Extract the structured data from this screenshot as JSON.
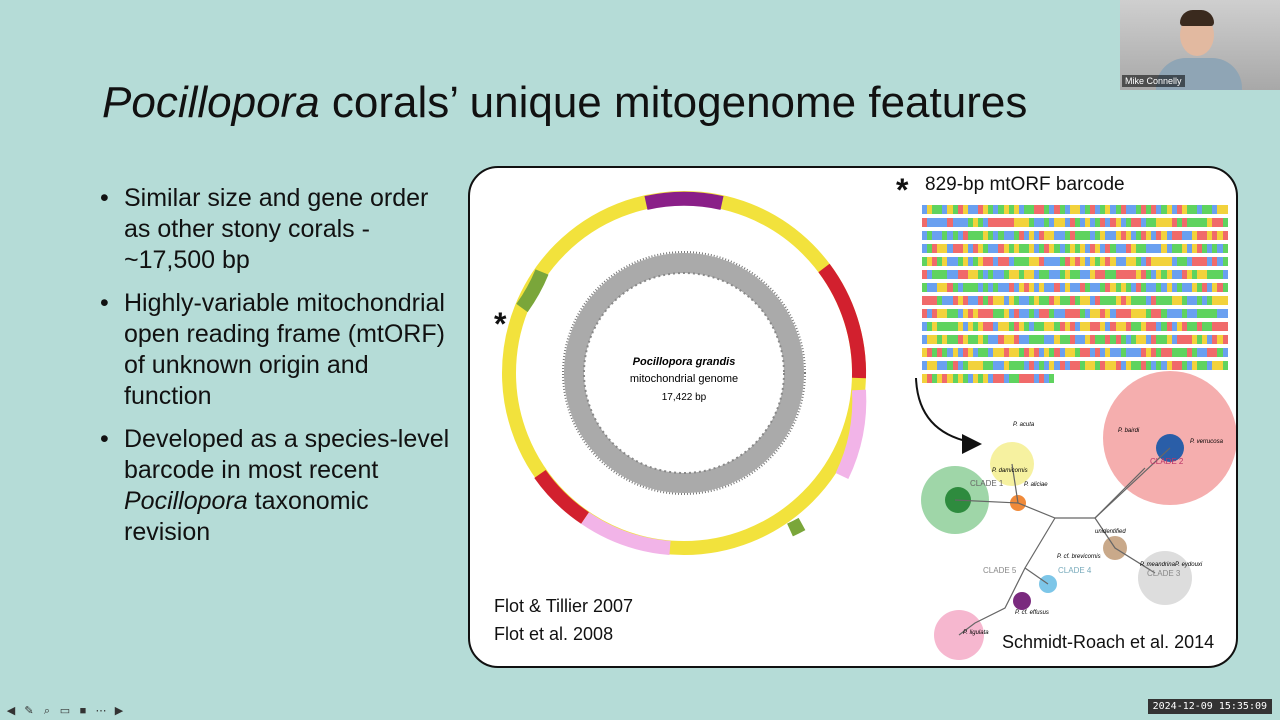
{
  "slide": {
    "title_italic": "Pocillopora",
    "title_rest": " corals’ unique mitogenome features",
    "bullets": [
      "Similar size and gene order as other stony corals - ~17,500 bp",
      "Highly-variable mitochondrial open reading frame (mtORF) of unknown origin and function",
      {
        "before": "Developed as a species-level barcode in most recent ",
        "italic": "Pocillopora",
        "after": " taxonomic revision"
      }
    ]
  },
  "figure": {
    "genome_species": "Pocillopora grandis",
    "genome_label": "mitochondrial genome",
    "genome_size": "17,422 bp",
    "asterisk": "*",
    "barcode_title": "829-bp mtORF barcode",
    "citation_1": "Flot & Tillier 2007",
    "citation_2": "Flot et al. 2008",
    "citation_3": "Schmidt-Roach et al. 2014",
    "clades": [
      "CLADE 1",
      "CLADE 2",
      "CLADE 3",
      "CLADE 4",
      "CLADE 5"
    ],
    "species": [
      "P. acuta",
      "P. damicornis",
      "P. aliciae",
      "P. bairdi",
      "P. verrucosa",
      "unidentified",
      "P. eydouxi",
      "P. meandrina",
      "P. cf. brevicornis",
      "P. cf. effusus",
      "P. ligulata"
    ],
    "colors": {
      "yellow": "#f2e23c",
      "purple": "#8a1f88",
      "green": "#7aa63a",
      "red": "#d2202e",
      "pink": "#f2b4e8",
      "ring": "#9a9a9a"
    }
  },
  "participant": {
    "name": "Mike Connelly"
  },
  "timestamp": "2024-12-09  15:35:09"
}
